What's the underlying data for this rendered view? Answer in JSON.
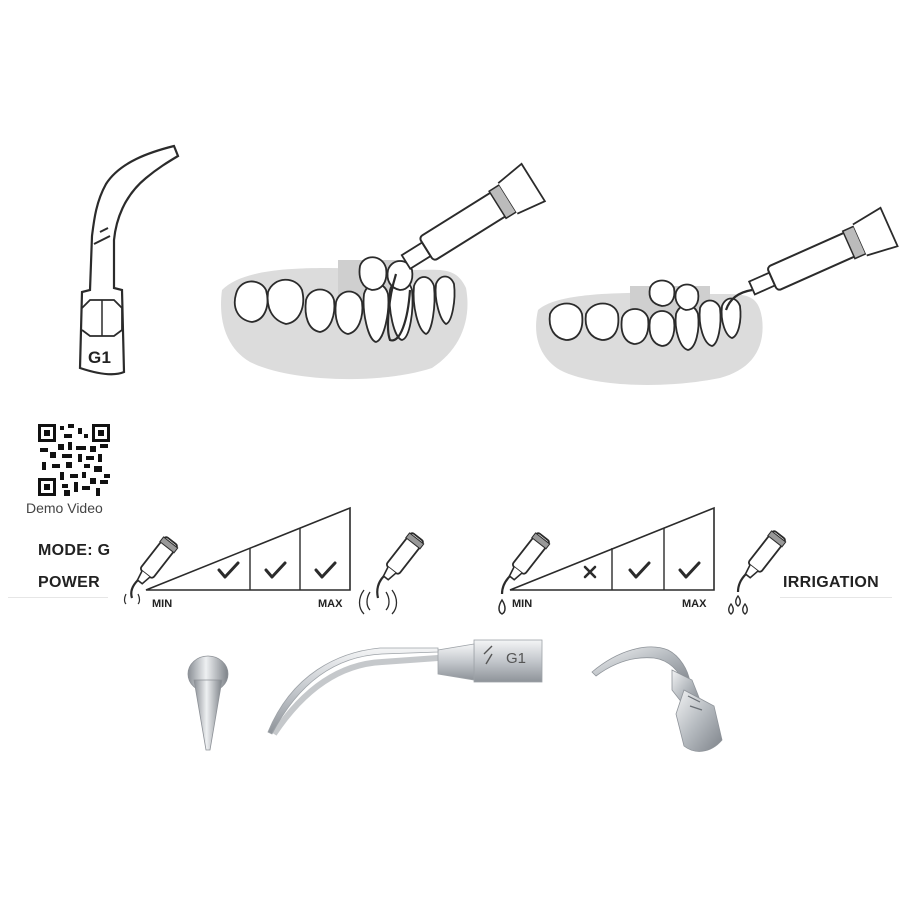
{
  "tip_code": "G1",
  "qr": {
    "caption": "Demo Video"
  },
  "mode": {
    "label": "MODE: G"
  },
  "power": {
    "label": "POWER",
    "min_label": "MIN",
    "max_label": "MAX",
    "levels": [
      "check",
      "check",
      "check"
    ]
  },
  "irrigation": {
    "label": "IRRIGATION",
    "min_label": "MIN",
    "max_label": "MAX",
    "levels": [
      "cross",
      "check",
      "check"
    ]
  },
  "engraving": "G1",
  "colors": {
    "line": "#2b2b2b",
    "gum": "#dcdcdc",
    "metal": "#b9bdc2"
  }
}
